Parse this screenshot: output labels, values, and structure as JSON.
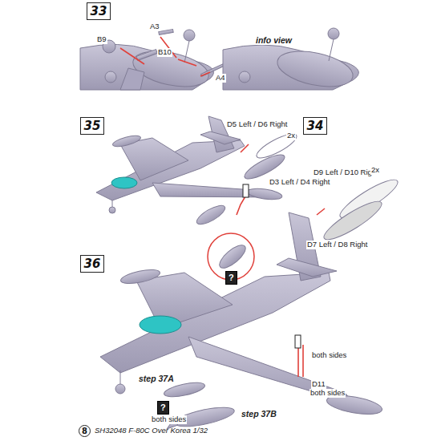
{
  "diagram": {
    "nodes": [
      {
        "text": [
          "33"
        ]
      },
      {
        "text": [
          "35"
        ]
      },
      {
        "text": [
          "34"
        ]
      },
      {
        "text": [
          "36"
        ]
      },
      {
        "text": [
          "8"
        ]
      }
    ],
    "labels": [
      "B9",
      "A3",
      "B10",
      "A4",
      "info view",
      "D5 Left / D6 Right",
      "2x",
      "D3 Left / D4 Right",
      "D9 Left / D10 Right",
      "2x",
      "D7 Left / D8 Right",
      "?",
      "both sides",
      "D11",
      "both sides",
      "step 37A",
      "?",
      "both sides",
      "step 37B",
      "SH32048 F-80C Over Korea 1/32"
    ]
  }
}
